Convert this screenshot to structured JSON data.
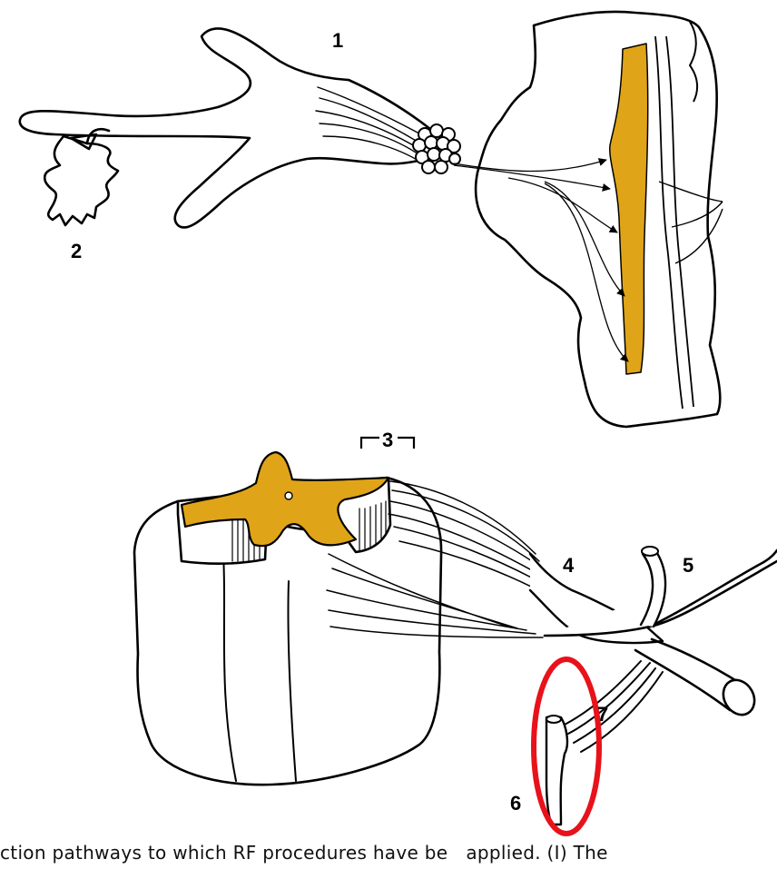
{
  "figure": {
    "labels": {
      "l1": "1",
      "l2": "2",
      "l3": "3",
      "l4": "4",
      "l5": "5",
      "l6": "6",
      "l7": "7"
    },
    "caption": {
      "part1": "ction pathways to which RF procedures have be",
      "part2": "applied. (I) The"
    },
    "colors": {
      "highlight_fill": "#E0A418",
      "annotation_ring": "#E8121B",
      "line": "#000000"
    }
  }
}
